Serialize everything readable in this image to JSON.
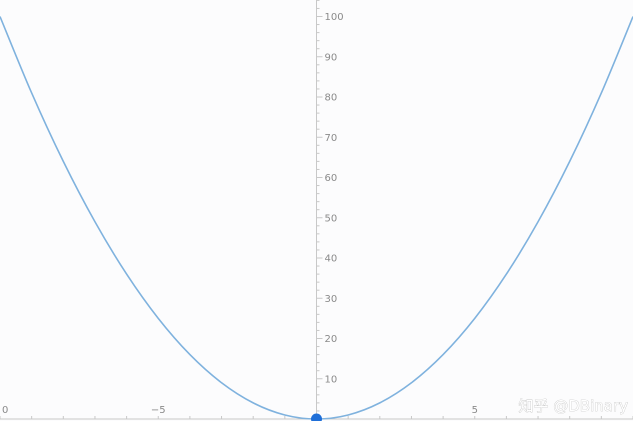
{
  "chart_data": {
    "type": "line",
    "title": "",
    "xlabel": "",
    "ylabel": "",
    "xlim": [
      -10,
      10
    ],
    "ylim": [
      0,
      105
    ],
    "x_ticks": [
      {
        "value": -10,
        "label": "0"
      },
      {
        "value": -5,
        "label": "−5"
      },
      {
        "value": 5,
        "label": "5"
      }
    ],
    "y_ticks": [
      10,
      20,
      30,
      40,
      50,
      60,
      70,
      80,
      90,
      100
    ],
    "series": [
      {
        "function": "y = x^2",
        "color": "#7fb2de",
        "x": [
          -10,
          -9,
          -8,
          -7,
          -6,
          -5,
          -4,
          -3,
          -2,
          -1,
          0,
          1,
          2,
          3,
          4,
          5,
          6,
          7,
          8,
          9,
          10
        ],
        "y": [
          100,
          81,
          64,
          49,
          36,
          25,
          16,
          9,
          4,
          1,
          0,
          1,
          4,
          9,
          16,
          25,
          36,
          49,
          64,
          81,
          100
        ]
      }
    ],
    "highlight_point": {
      "x": 0,
      "y": 0,
      "color": "#1f6fd8"
    },
    "grid": false,
    "axis_color": "#c8c8c8"
  },
  "watermark": "知乎 @DBinary"
}
